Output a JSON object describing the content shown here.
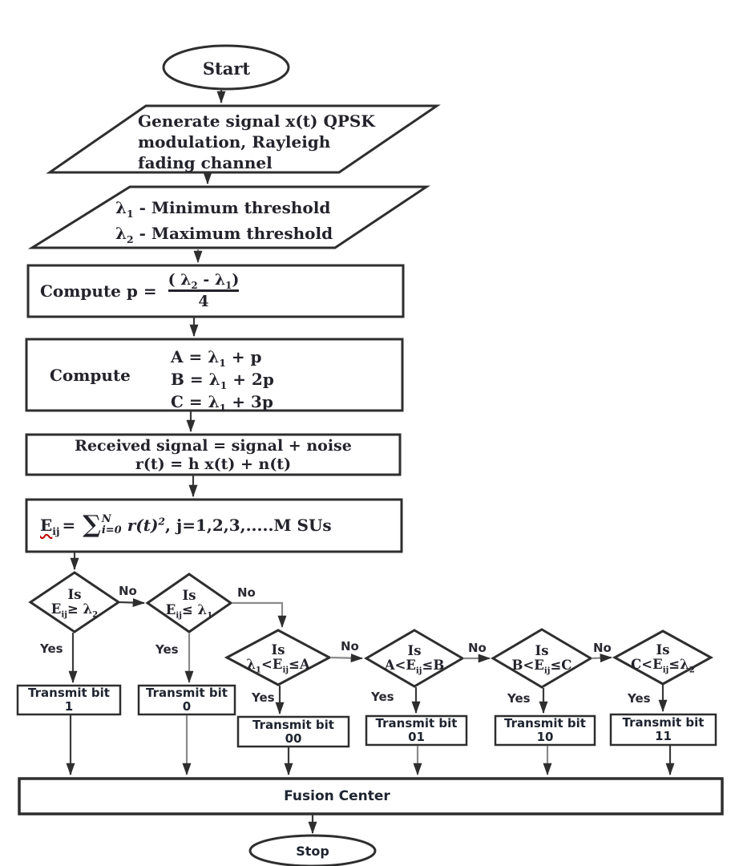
{
  "palette": {
    "line": "#3a3a3a",
    "line_gray": "#8a8a8a",
    "shape_stroke": "#2e2e2e",
    "text": "#23232b",
    "squiggle": "#c40000"
  },
  "nodes": {
    "start": {
      "label": "Start"
    },
    "generate": {
      "line1": "Generate signal x(t) QPSK",
      "line2": "modulation, Rayleigh",
      "line3": "fading channel"
    },
    "thresholds": {
      "line1": "λ_{1} - Minimum threshold",
      "line2": "λ_{2} - Maximum threshold"
    },
    "compute_p": {
      "label": "Compute p  =",
      "numerator": "( λ_{2} - λ_{1})",
      "denominator": "4"
    },
    "compute_abc": {
      "label": "Compute",
      "line1": "A =  λ_{1} + p",
      "line2": "B =  λ_{1} + 2p",
      "line3": "C =  λ_{1} + 3p"
    },
    "received": {
      "line1": "Received signal = signal + noise",
      "line2": "r(t)  = h x(t) + n(t)"
    },
    "energy": {
      "lhs": "E_{ij}",
      "eq": "=",
      "sigma": "∑",
      "lim_top": "N",
      "lim_bot": "i=0",
      "body": "r(t)^{2}",
      "tail": ",  j=1,2,3,.....M SUs"
    },
    "d1": {
      "q": "Is",
      "cond": "E_{ij}≥ λ_{2}"
    },
    "d2": {
      "q": "Is",
      "cond": "E_{ij}≤ λ_{1}"
    },
    "d3": {
      "q": "Is",
      "cond": "λ_{1}<E_{ij}≤A"
    },
    "d4": {
      "q": "Is",
      "cond": "A<E_{ij}≤B"
    },
    "d5": {
      "q": "Is",
      "cond": "B<E_{ij}≤C"
    },
    "d6": {
      "q": "Is",
      "cond": "C<E_{ij}≤λ_{2}"
    },
    "t1": {
      "line1": "Transmit bit",
      "line2": "1"
    },
    "t0": {
      "line1": "Transmit bit",
      "line2": "0"
    },
    "t00": {
      "line1": "Transmit bit",
      "line2": "00"
    },
    "t01": {
      "line1": "Transmit bit",
      "line2": "01"
    },
    "t10": {
      "line1": "Transmit bit",
      "line2": "10"
    },
    "t11": {
      "line1": "Transmit bit",
      "line2": "11"
    },
    "fusion": {
      "label": "Fusion Center"
    },
    "stop": {
      "label": "Stop"
    }
  },
  "edges": {
    "yes1": "Yes",
    "yes2": "Yes",
    "yes3": "Yes",
    "yes4": "Yes",
    "yes5": "Yes",
    "yes6": "Yes",
    "no1": "No",
    "no2": "No",
    "no3": "No",
    "no4": "No",
    "no5": "No"
  }
}
